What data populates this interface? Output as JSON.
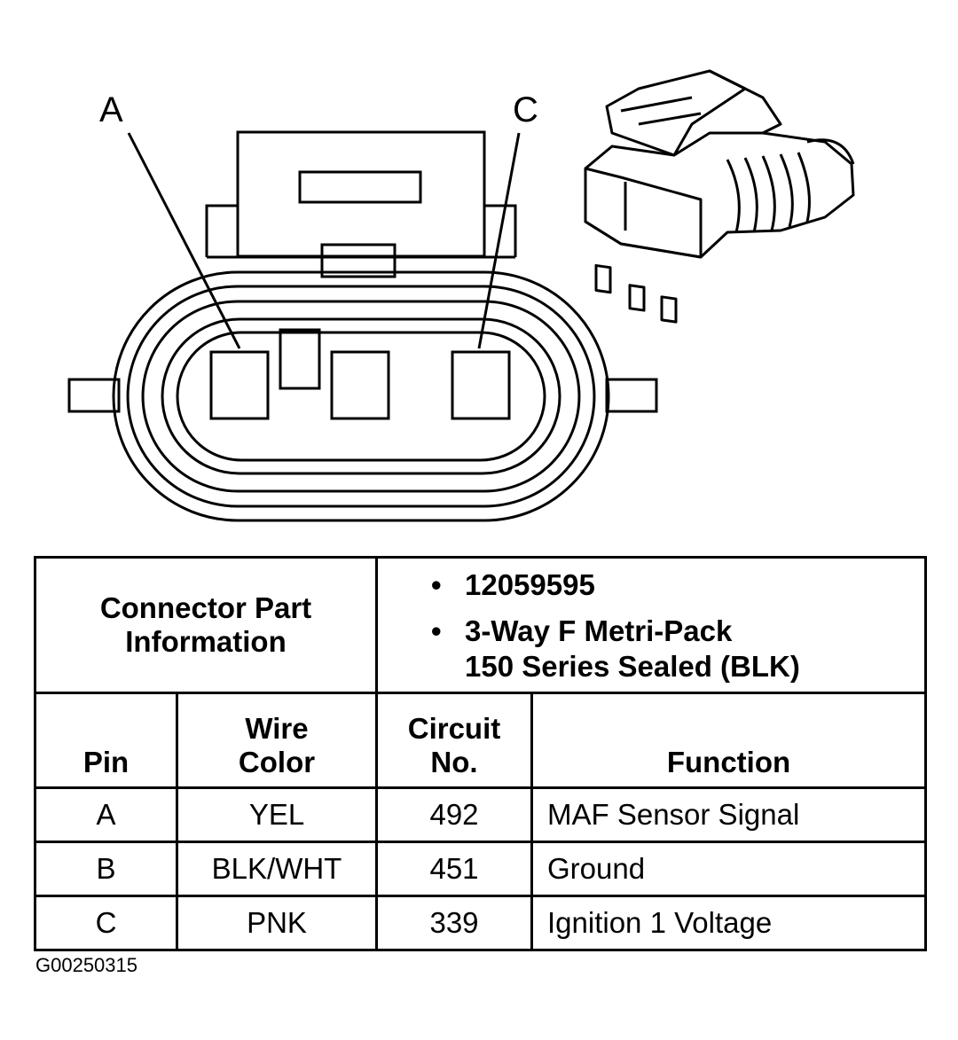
{
  "diagram": {
    "pin_label_a": "A",
    "pin_label_c": "C"
  },
  "table": {
    "part_info_label": "Connector Part Information",
    "part_number": "12059595",
    "part_desc_line1": "3-Way F Metri-Pack",
    "part_desc_line2": "150 Series Sealed (BLK)",
    "headers": {
      "pin": "Pin",
      "wire_color_1": "Wire",
      "wire_color_2": "Color",
      "circuit_1": "Circuit",
      "circuit_2": "No.",
      "function": "Function"
    },
    "rows": [
      {
        "pin": "A",
        "wire_color": "YEL",
        "circuit": "492",
        "function": "MAF Sensor Signal"
      },
      {
        "pin": "B",
        "wire_color": "BLK/WHT",
        "circuit": "451",
        "function": "Ground"
      },
      {
        "pin": "C",
        "wire_color": "PNK",
        "circuit": "339",
        "function": "Ignition 1 Voltage"
      }
    ]
  },
  "figure_id": "G00250315"
}
